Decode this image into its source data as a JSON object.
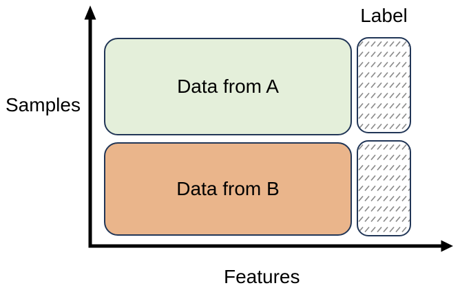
{
  "diagram": {
    "y_axis_label": "Samples",
    "x_axis_label": "Features",
    "label_column_title": "Label",
    "data_blocks": [
      {
        "label": "Data from A",
        "fill_color": "#e4efda"
      },
      {
        "label": "Data from B",
        "fill_color": "#eab58b"
      }
    ],
    "label_blocks": [
      {
        "name": "label-block-for-a",
        "pattern": "diagonal-hatch"
      },
      {
        "name": "label-block-for-b",
        "pattern": "diagonal-hatch"
      }
    ],
    "colors": {
      "box_border": "#203556",
      "hatch_stroke": "#8a8a8a",
      "axis": "#000000",
      "text": "#000000",
      "background": "#ffffff"
    }
  }
}
